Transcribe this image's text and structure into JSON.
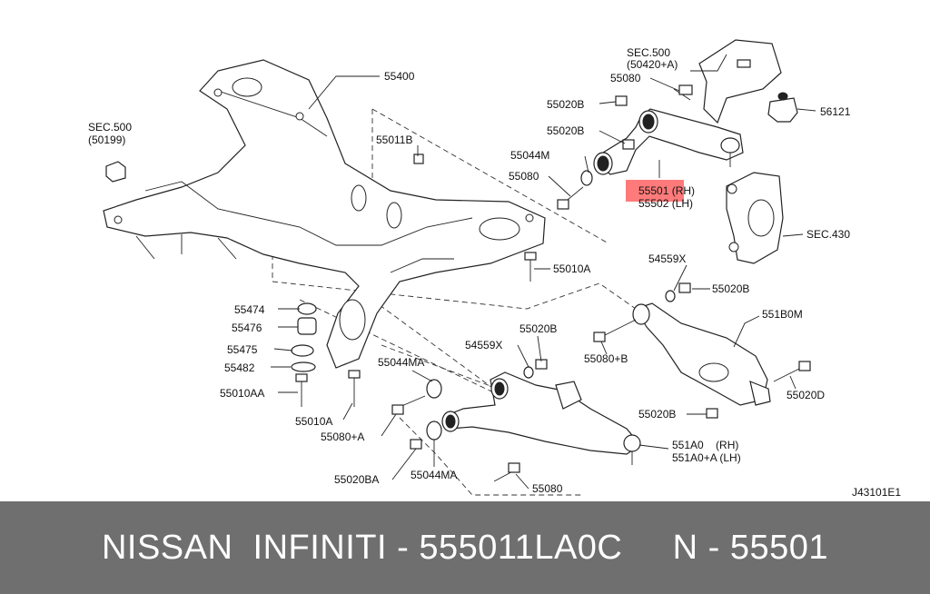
{
  "diagram": {
    "code": "J43101E1",
    "labels": {
      "crossmember": "55400",
      "sec500_left": "SEC.500",
      "sec500_left_ref": "(50199)",
      "sec500_right": "SEC.500",
      "sec500_right_ref": "(50420+A)",
      "p55080_top": "55080",
      "p56121": "56121",
      "p55020b_1": "55020B",
      "p55020b_2": "55020B",
      "p55044m": "55044M",
      "p55080_mid": "55080",
      "p55501": "55501 (RH)",
      "p55502": "55502 (LH)",
      "sec430": "SEC.430",
      "p55011b": "55011B",
      "p55010a": "55010A",
      "p54559x_1": "54559X",
      "p55020b_3": "55020B",
      "p551b0m": "551B0M",
      "p55474": "55474",
      "p55476": "55476",
      "p55475": "55475",
      "p55482": "55482",
      "p55010aa": "55010AA",
      "p55010a_2": "55010A",
      "p55080a": "55080+A",
      "p55044ma_1": "55044MA",
      "p55020b_4": "55020B",
      "p54559x_2": "54559X",
      "p55080b": "55080+B",
      "p55020d": "55020D",
      "p55020b_5": "55020B",
      "p551a0": "551A0    (RH)",
      "p551a0a": "551A0+A (LH)",
      "p55020ba": "55020BA",
      "p55044ma_2": "55044MA",
      "p55080_bot": "55080"
    }
  },
  "footer": {
    "text": "NISSAN  INFINITI - 555011LA0C     N - 55501"
  },
  "colors": {
    "highlight": "#ff7a7a",
    "footer_bg": "#6f6f6f",
    "footer_text": "#ffffff"
  }
}
